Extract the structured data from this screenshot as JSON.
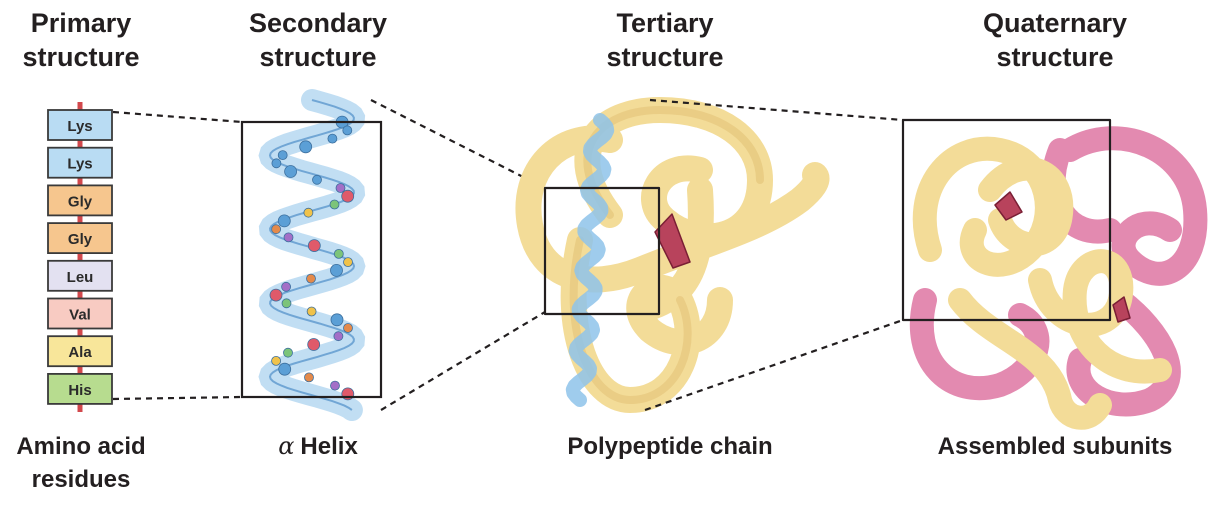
{
  "columns": [
    {
      "title_line1": "Primary",
      "title_line2": "structure",
      "caption_line1": "Amino acid",
      "caption_line2": "residues"
    },
    {
      "title_line1": "Secondary",
      "title_line2": "structure",
      "caption_symbol": "α",
      "caption_text": "Helix"
    },
    {
      "title_line1": "Tertiary",
      "title_line2": "structure",
      "caption_text": "Polypeptide chain"
    },
    {
      "title_line1": "Quaternary",
      "title_line2": "structure",
      "caption_text": "Assembled subunits"
    }
  ],
  "residues": [
    {
      "label": "Lys",
      "color": "#b9dcf3"
    },
    {
      "label": "Lys",
      "color": "#b9dcf3"
    },
    {
      "label": "Gly",
      "color": "#f6c68e"
    },
    {
      "label": "Gly",
      "color": "#f6c68e"
    },
    {
      "label": "Leu",
      "color": "#e3e1f1"
    },
    {
      "label": "Val",
      "color": "#f8cbc2"
    },
    {
      "label": "Ala",
      "color": "#f8e69a"
    },
    {
      "label": "His",
      "color": "#b7dc8f"
    }
  ],
  "colors": {
    "backbone": "#d2484c",
    "helix": "#8ec3ea",
    "chain": "#f3dc98",
    "subunit": "#e38ab0",
    "heme": "#b8435c"
  }
}
